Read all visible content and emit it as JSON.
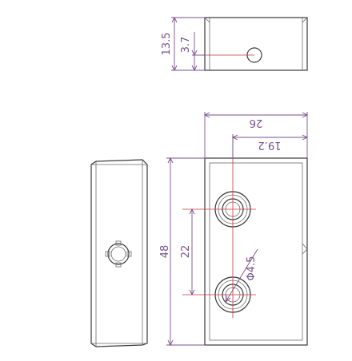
{
  "dimensions": {
    "height_top": "13.5",
    "hole_offset_top": "3.7",
    "width_total": "26",
    "hole_x": "19.2",
    "length_total": "48",
    "hole_spacing": "22",
    "hole_diameter": "Φ4.5"
  },
  "colors": {
    "dimension": "#7a4f8c",
    "centerline": "#c23a3a",
    "outline": "#3a3a3a"
  }
}
